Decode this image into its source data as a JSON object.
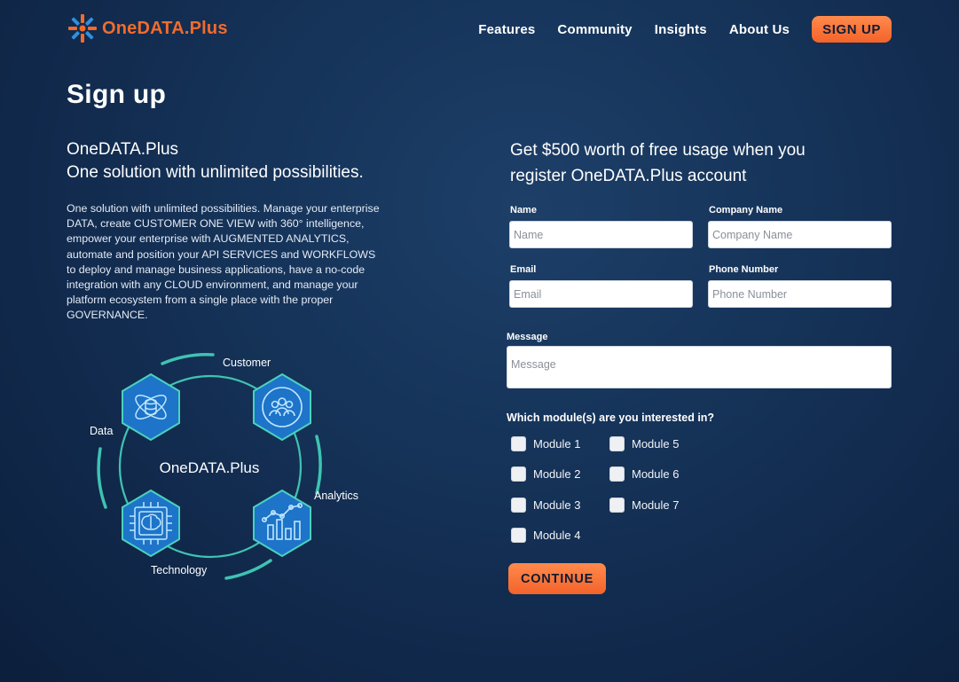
{
  "brand": {
    "name": "OneDATA.Plus",
    "accent": "#f26b2b"
  },
  "nav": {
    "items": [
      "Features",
      "Community",
      "Insights",
      "About Us"
    ],
    "cta": "SIGN UP"
  },
  "page": {
    "title": "Sign up"
  },
  "intro": {
    "heading_line1": "OneDATA.Plus",
    "heading_line2": "One solution with unlimited possibilities.",
    "description": "One solution with unlimited possibilities. Manage your enterprise DATA, create CUSTOMER ONE VIEW with 360° intelligence, empower your enterprise with AUGMENTED ANALYTICS, automate and position your API SERVICES and WORKFLOWS to deploy and manage business applications, have a no-code integration with any CLOUD environment, and manage your platform ecosystem from a single place with the proper GOVERNANCE."
  },
  "diagram": {
    "center": "OneDATA.Plus",
    "labels": {
      "customer": "Customer",
      "data": "Data",
      "analytics": "Analytics",
      "technology": "Technology"
    },
    "icons": [
      "database-atom-icon",
      "people-target-icon",
      "brain-chip-icon",
      "bar-chart-trend-icon"
    ]
  },
  "form": {
    "title": "Get $500 worth of free usage when you register OneDATA.Plus account",
    "name": {
      "label": "Name",
      "placeholder": "Name"
    },
    "company": {
      "label": "Company Name",
      "placeholder": "Company Name"
    },
    "email": {
      "label": "Email",
      "placeholder": "Email"
    },
    "phone": {
      "label": "Phone Number",
      "placeholder": "Phone Number"
    },
    "message": {
      "label": "Message",
      "placeholder": "Message"
    },
    "modules_question": "Which module(s) are you interested in?",
    "modules": [
      "Module 1",
      "Module 2",
      "Module 3",
      "Module 4",
      "Module 5",
      "Module 6",
      "Module 7"
    ],
    "submit": "CONTINUE"
  }
}
